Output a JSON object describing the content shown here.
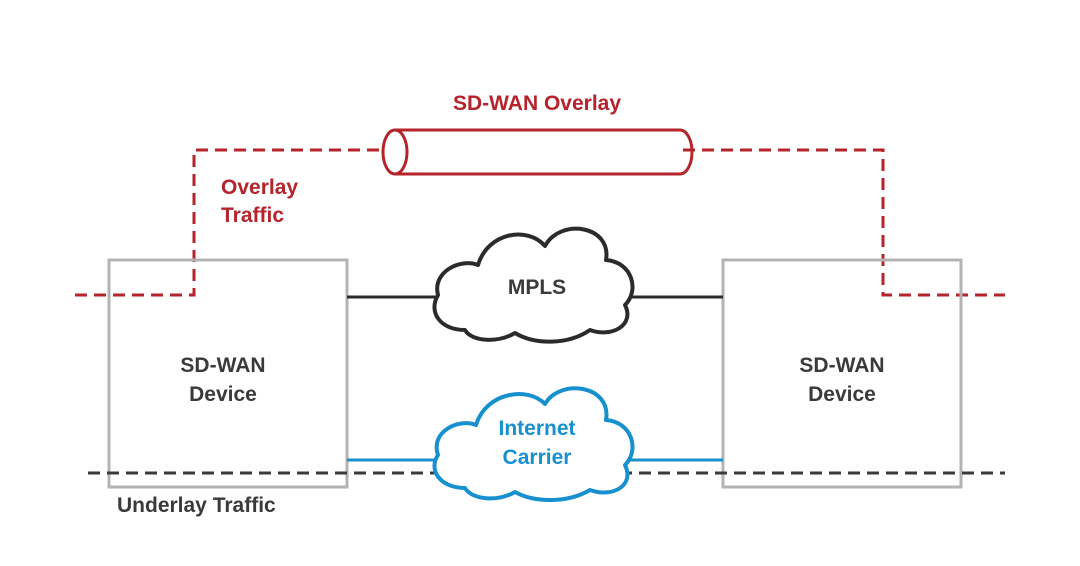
{
  "overlay": {
    "title": "SD-WAN Overlay",
    "traffic_label_line1": "Overlay",
    "traffic_label_line2": "Traffic"
  },
  "devices": [
    {
      "line1": "SD-WAN",
      "line2": "Device"
    },
    {
      "line1": "SD-WAN",
      "line2": "Device"
    }
  ],
  "clouds": {
    "mpls": {
      "label": "MPLS"
    },
    "internet": {
      "line1": "Internet",
      "line2": "Carrier"
    }
  },
  "underlay": {
    "label": "Underlay Traffic"
  },
  "colors": {
    "overlay_red": "#b5232b",
    "underlay_dark": "#3a3a3a",
    "internet_blue": "#1790d0",
    "device_border": "#b3b3b3",
    "mpls_outline": "#2b2b2b"
  }
}
